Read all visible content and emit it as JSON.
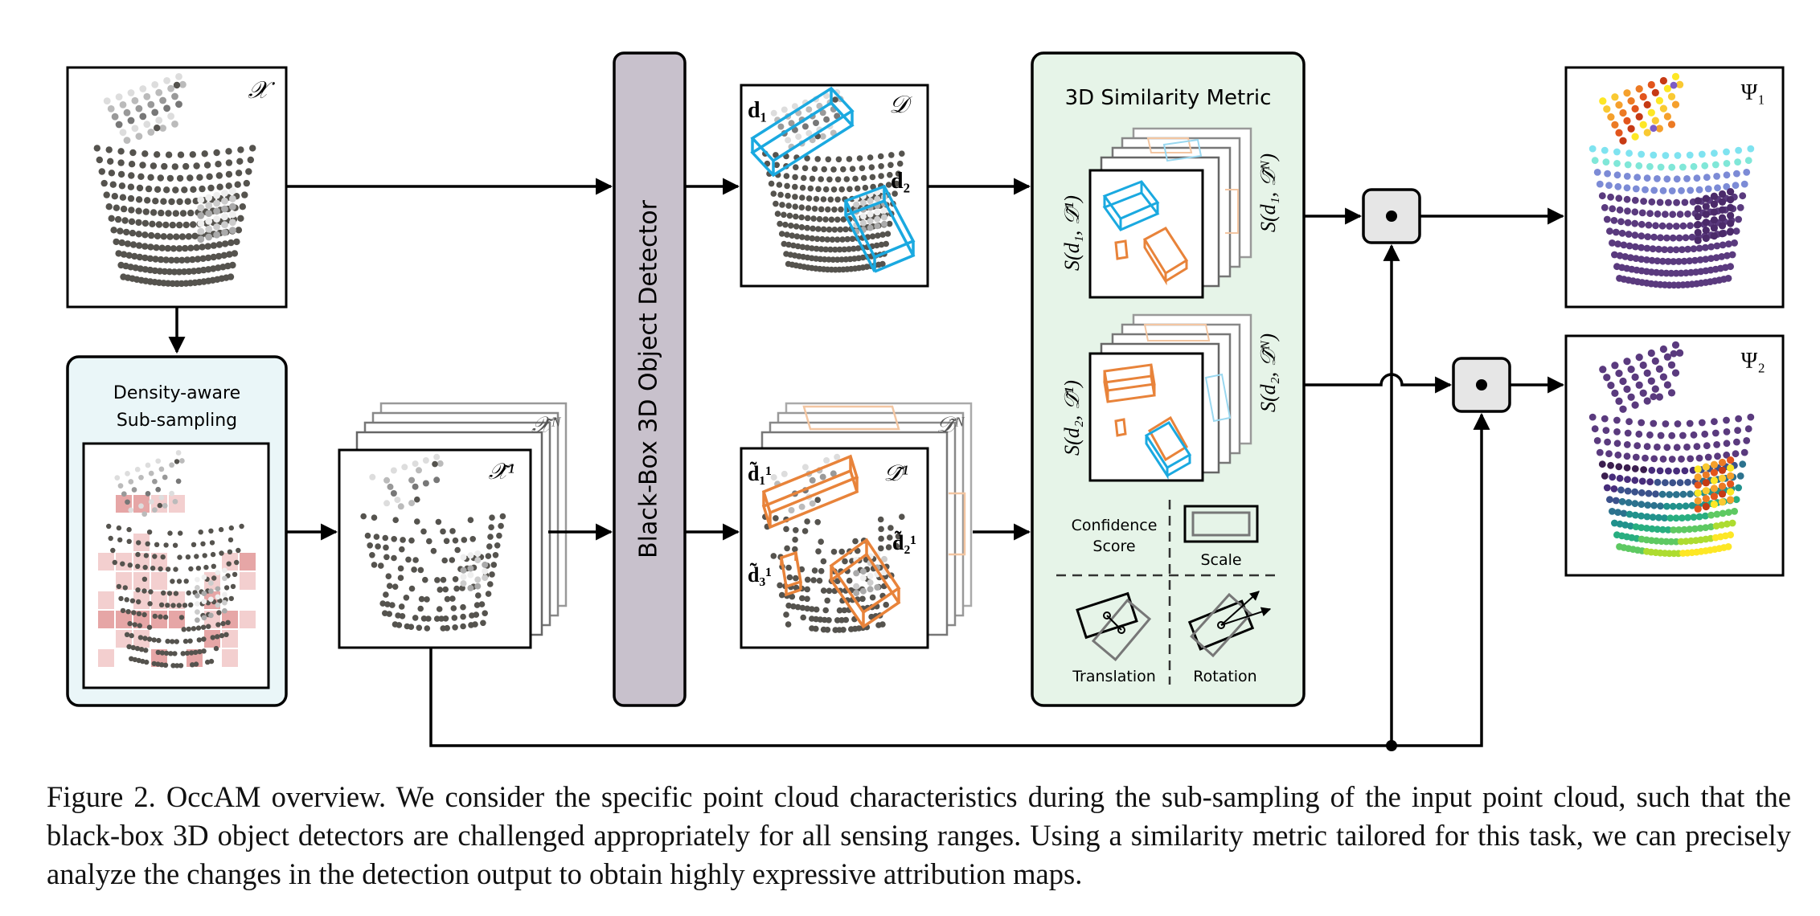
{
  "labels": {
    "input": "𝒳",
    "detections": "𝒟",
    "d1": "d₁",
    "d2": "d₂",
    "sub_input": "𝒳̃¹",
    "sub_input_n": "𝒳̃ᴺ",
    "sub_det": "𝒟̃¹",
    "sub_det_n": "𝒟̃ᴺ",
    "sub_d1": "d̃₁¹",
    "sub_d2": "d̃₂¹",
    "sub_d3": "d̃₃¹",
    "psi1": "Ψ₁",
    "psi2": "Ψ₂",
    "s_d1_left": "S(d₁, 𝒟̃¹)",
    "s_d1_right": "S(d₁, 𝒟̃ᴺ)",
    "s_d2_left": "S(d₂, 𝒟̃¹)",
    "s_d2_right": "S(d₂, 𝒟̃ᴺ)"
  },
  "sampling": {
    "title_line1": "Density-aware",
    "title_line2": "Sub-sampling"
  },
  "detector": {
    "label": "Black-Box 3D Object Detector"
  },
  "similarity": {
    "title": "3D Similarity Metric",
    "confidence_line1": "Confidence",
    "confidence_line2": "Score",
    "scale": "Scale",
    "translation": "Translation",
    "rotation": "Rotation"
  },
  "colors": {
    "sampling_bg": "#eaf6f8",
    "similarity_bg": "#e6f4e8",
    "detector_bg": "#c8c1cc",
    "box_cyan": "#1aa9e0",
    "box_orange": "#e8833a",
    "point_gray": "#55534e"
  },
  "caption": "Figure 2. OccAM overview. We consider the specific point cloud characteristics during the sub-sampling of the input point cloud, such that the black-box 3D object detectors are challenged appropriately for all sensing ranges. Using a similarity metric tailored for this task, we can precisely analyze the changes in the detection output to obtain highly expressive attribution maps."
}
